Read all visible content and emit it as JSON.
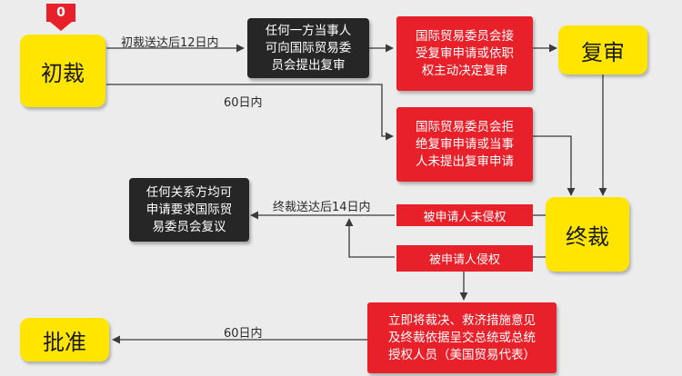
{
  "start_marker": "0",
  "nodes": {
    "initial": "初裁",
    "appeal": "任何一方当事人\n可向国际贸易委\n员会提出复审",
    "accept": "国际贸易委员会接\n受复审申请或依职\n权主动决定复审",
    "review": "复审",
    "reject": "国际贸易委员会拒\n绝复审申请或当事\n人未提出复审申请",
    "final": "终裁",
    "review_request": "任何关系方均可\n申请要求国际贸\n易委员会复议",
    "not_infringe": "被申请人未侵权",
    "infringe": "被申请人侵权",
    "measures": "立即将裁决、救济措施意见\n及终裁依据呈交总统或总统\n授权人员（美国贸易代表）",
    "approve": "批准"
  },
  "labels": {
    "within12": "初裁送达后12日内",
    "within60_top": "60日内",
    "within14": "终裁送达后14日内",
    "within60_bottom": "60日内"
  },
  "colors": {
    "yellow": "#ffe500",
    "red": "#e8202a",
    "dark": "#262626",
    "line": "#3a3a3a"
  }
}
